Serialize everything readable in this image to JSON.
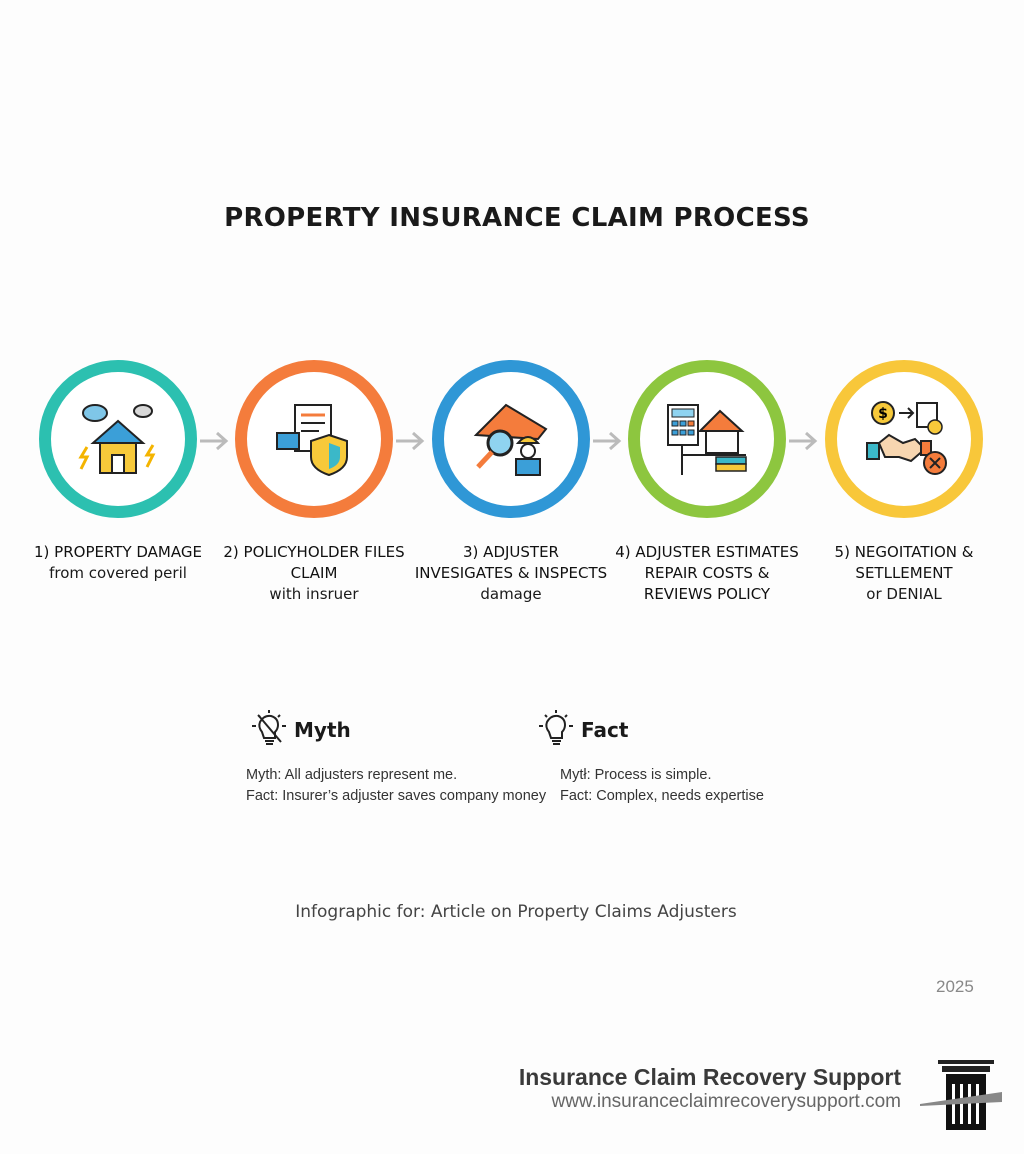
{
  "title": "PROPERTY INSURANCE CLAIM PROCESS",
  "steps": [
    {
      "main": "1) PROPERTY DAMAGE",
      "sub": "from covered peril",
      "color": "#2cc0b0",
      "icon": "storm-house-icon"
    },
    {
      "main": "2) POLICYHOLDER FILES CLAIM",
      "sub": "with insruer",
      "color": "#f47c3c",
      "icon": "claim-document-shield-icon"
    },
    {
      "main": "3) ADJUSTER INVESIGATES & INSPECTS",
      "sub": "damage",
      "color": "#2f97d6",
      "icon": "adjuster-inspect-icon"
    },
    {
      "main": "4) ADJUSTER ESTIMATES REPAIR COSTS & REVIEWS POLICY",
      "sub": "",
      "color": "#8dc63f",
      "icon": "calculator-house-icon"
    },
    {
      "main": "5) NEGOITATION & SETLLEMENT",
      "sub": "or DENIAL",
      "color": "#f8c73a",
      "icon": "handshake-settlement-icon"
    }
  ],
  "myth": {
    "heading": "Myth",
    "line1": "Myth: All adjusters represent me.",
    "line2": "Fact: Insurer’s adjuster saves company money"
  },
  "fact": {
    "heading": "Fact",
    "line1": "Mytł: Process is simple.",
    "line2": "Fact: Complex, needs expertise"
  },
  "caption": "Infographic for: Article on Property Claims Adjusters",
  "year": "2025",
  "brand": {
    "name": "Insurance Claim Recovery Support",
    "url": "www.insuranceclaimrecoverysupport.com"
  }
}
